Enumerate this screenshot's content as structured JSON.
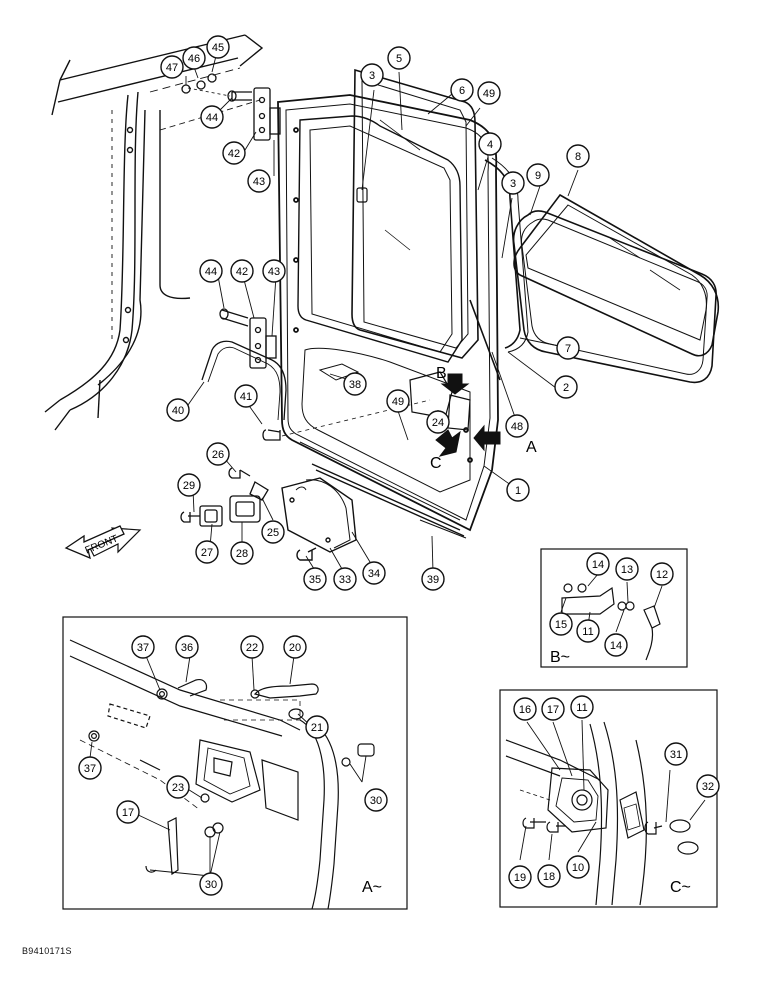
{
  "diagram_code": "B9410171S",
  "direction_label": "FRONT",
  "view_labels": {
    "b": "B",
    "c": "C",
    "a": "A"
  },
  "inset_labels": {
    "b": "B~",
    "a": "A~",
    "c": "C~"
  },
  "callouts": [
    "47",
    "46",
    "45",
    "44",
    "42",
    "43",
    "3",
    "5",
    "6",
    "49",
    "4",
    "3",
    "9",
    "8",
    "44",
    "42",
    "43",
    "7",
    "2",
    "48",
    "38",
    "40",
    "41",
    "49",
    "24",
    "1",
    "26",
    "29",
    "25",
    "27",
    "28",
    "35",
    "33",
    "34",
    "39",
    "14",
    "13",
    "12",
    "15",
    "11",
    "14",
    "37",
    "36",
    "22",
    "20",
    "21",
    "37",
    "23",
    "30",
    "17",
    "30",
    "16",
    "17",
    "11",
    "31",
    "32",
    "19",
    "18",
    "10"
  ]
}
